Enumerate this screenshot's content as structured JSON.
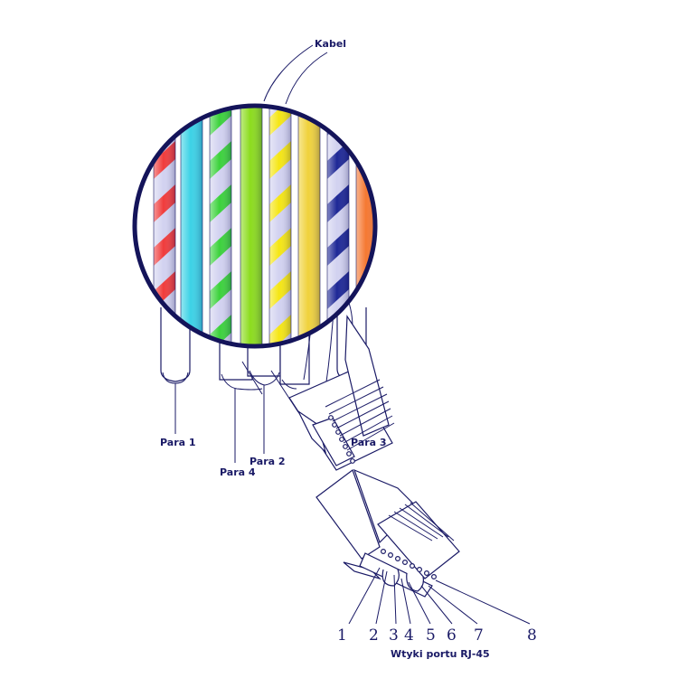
{
  "labels": {
    "cable": "Kabel",
    "pair1": "Para 1",
    "pair2": "Para 2",
    "pair3": "Para 3",
    "pair4": "Para 4",
    "connector": "Wtyki portu RJ-45"
  },
  "pins": [
    "1",
    "2",
    "3",
    "4",
    "5",
    "6",
    "7",
    "8"
  ],
  "colors": {
    "line": "#1a1a66",
    "red": "#f03c3c",
    "cyan": "#3cd2e6",
    "green": "#3cd23c",
    "lime": "#8cdc1e",
    "yellow": "#f5e614",
    "amber": "#f0d23c",
    "blue": "#1e2896",
    "orange": "#f57832",
    "stripe_white": "#d2d2f0"
  },
  "wires": [
    {
      "name": "red-stripe",
      "color": "red",
      "striped": true
    },
    {
      "name": "cyan-solid",
      "color": "cyan",
      "striped": false
    },
    {
      "name": "green-stripe",
      "color": "green",
      "striped": true
    },
    {
      "name": "green-solid",
      "color": "lime",
      "striped": false
    },
    {
      "name": "yellow-stripe",
      "color": "yellow",
      "striped": true
    },
    {
      "name": "yellow-solid",
      "color": "amber",
      "striped": false
    },
    {
      "name": "blue-stripe",
      "color": "blue",
      "striped": true
    },
    {
      "name": "orange-solid",
      "color": "orange",
      "striped": false
    }
  ]
}
